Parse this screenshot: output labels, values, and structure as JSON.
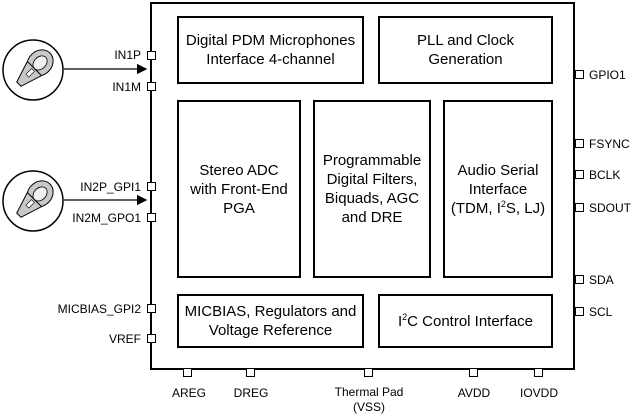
{
  "blocks": {
    "pdm": "Digital PDM Microphones\nInterface 4-channel",
    "pll": "PLL and Clock\nGeneration",
    "adc": "Stereo ADC\nwith Front-End\nPGA",
    "filters": "Programmable\nDigital Filters,\nBiquads, AGC\nand DRE",
    "asi_line1": "Audio Serial",
    "asi_line2": "Interface",
    "asi_line3_pre": "(TDM, I",
    "asi_line3_sup": "2",
    "asi_line3_post": "S, LJ)",
    "micbias": "MICBIAS, Regulators and\nVoltage Reference",
    "i2c_pre": "I",
    "i2c_sup": "2",
    "i2c_post": "C Control Interface"
  },
  "left_pins": [
    "IN1P",
    "IN1M",
    "IN2P_GPI1",
    "IN2M_GPO1",
    "MICBIAS_GPI2",
    "VREF"
  ],
  "right_pins": [
    "GPIO1",
    "FSYNC",
    "BCLK",
    "SDOUT",
    "SDA",
    "SCL"
  ],
  "bottom_pins": {
    "areg": "AREG",
    "dreg": "DREG",
    "thermal_line1": "Thermal Pad",
    "thermal_line2": "(VSS)",
    "avdd": "AVDD",
    "iovdd": "IOVDD"
  },
  "icons": [
    "microphone-icon",
    "microphone-icon"
  ]
}
